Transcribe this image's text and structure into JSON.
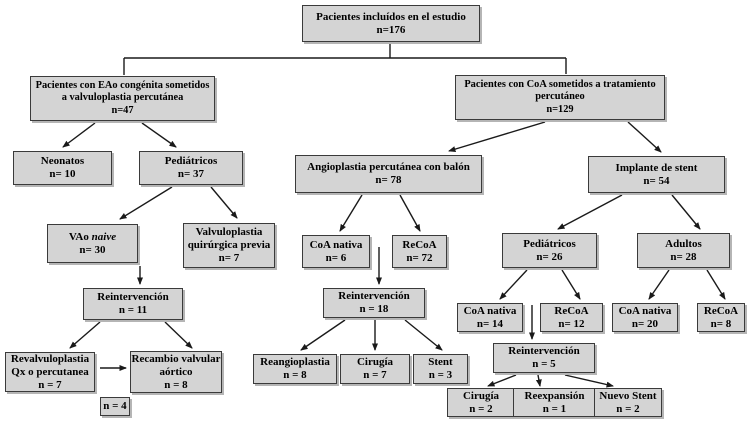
{
  "colors": {
    "box_fill": "#d4d4d4",
    "box_border": "#3a3a3a",
    "connector_line": "#1a1a1a",
    "background": "#ffffff",
    "text": "#000000"
  },
  "nodes": {
    "root": {
      "line1": "Pacientes incluídos en el estudio",
      "n": "n=176"
    },
    "eao": {
      "line1": "Pacientes con EAo congénita sometidos",
      "line2": "a valvuloplastia percutánea",
      "n": "n=47"
    },
    "coa": {
      "line1": "Pacientes con CoA sometidos a tratamiento",
      "line2": "percutáneo",
      "n": "n=129"
    },
    "neonatos": {
      "line1": "Neonatos",
      "n": "n= 10"
    },
    "pediatricos_izq": {
      "line1": "Pediátricos",
      "n": "n= 37"
    },
    "vao_naive": {
      "line1": "VAo",
      "italic": "naive",
      "n": "n= 30"
    },
    "valvuloplastia_previa": {
      "line1": "Valvuloplastia",
      "line2": "quirúrgica previa",
      "n": "n= 7"
    },
    "reintervencion_izq": {
      "line1": "Reintervención",
      "n": "n = 11"
    },
    "revalvuloplastia": {
      "line1": "Revalvuloplastia",
      "line2": "Qx o percutanea",
      "n": "n = 7"
    },
    "recambio_valvular": {
      "line1": "Recambio valvular",
      "line2": "aórtico",
      "n": "n = 8"
    },
    "n4": {
      "n": "n = 4"
    },
    "angioplastia": {
      "line1": "Angioplastia percutánea con balón",
      "n": "n= 78"
    },
    "coa_nativa_balon": {
      "line1": "CoA nativa",
      "n": "n= 6"
    },
    "recoa_balon": {
      "line1": "ReCoA",
      "n": "n= 72"
    },
    "reintervencion_mid": {
      "line1": "Reintervención",
      "n": "n = 18"
    },
    "reangioplastia": {
      "line1": "Reangioplastia",
      "n": "n = 8"
    },
    "cirugia_mid": {
      "line1": "Cirugía",
      "n": "n = 7"
    },
    "stent_mid": {
      "line1": "Stent",
      "n": "n = 3"
    },
    "implante_stent": {
      "line1": "Implante de stent",
      "n": "n= 54"
    },
    "pediatricos_der": {
      "line1": "Pediátricos",
      "n": "n= 26"
    },
    "adultos": {
      "line1": "Adultos",
      "n": "n= 28"
    },
    "coa_nativa_ped": {
      "line1": "CoA nativa",
      "n": "n= 14"
    },
    "recoa_ped": {
      "line1": "ReCoA",
      "n": "n= 12"
    },
    "coa_nativa_adu": {
      "line1": "CoA nativa",
      "n": "n= 20"
    },
    "recoa_adu": {
      "line1": "ReCoA",
      "n": "n= 8"
    },
    "reintervencion_der": {
      "line1": "Reintervención",
      "n": "n = 5"
    },
    "cirugia_der": {
      "line1": "Cirugía",
      "n": "n = 2"
    },
    "reexpansion": {
      "line1": "Reexpansión",
      "n": "n = 1"
    },
    "nuevo_stent": {
      "line1": "Nuevo Stent",
      "n": "n = 2"
    }
  }
}
